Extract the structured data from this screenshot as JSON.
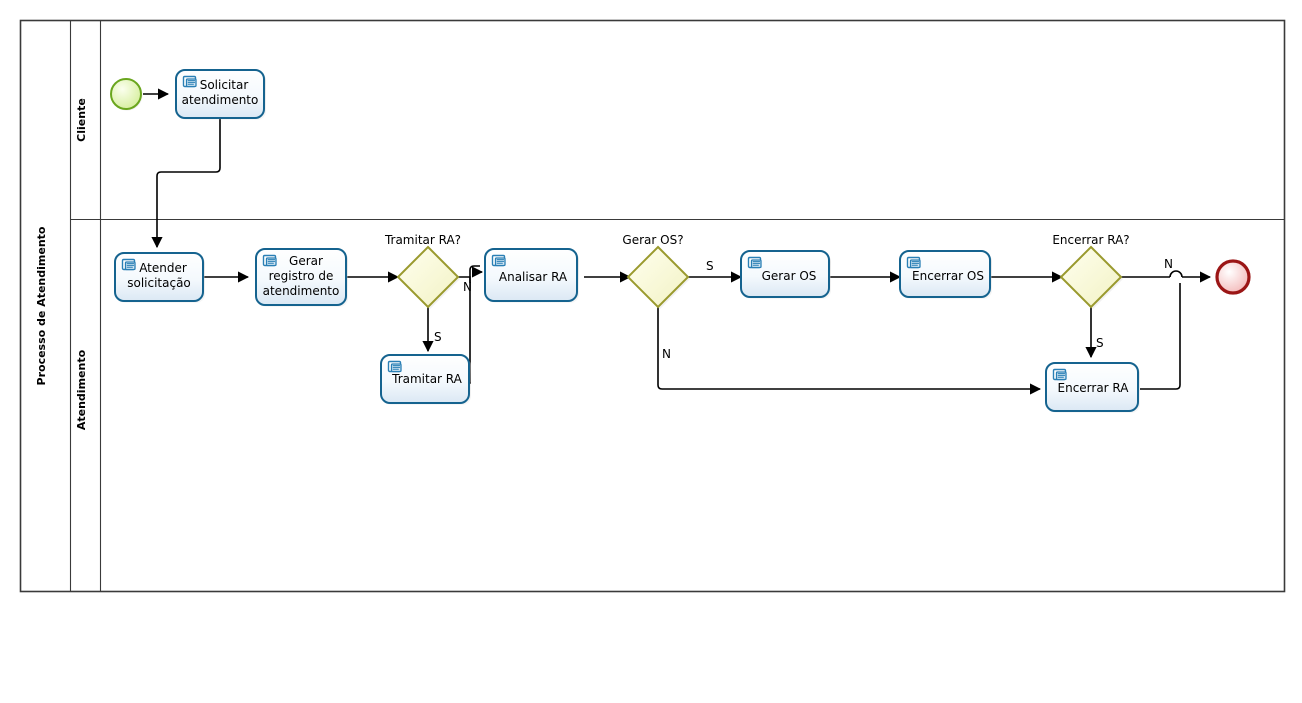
{
  "diagram": {
    "pool_label": "Processo de Atendimento",
    "lanes": [
      {
        "id": "cliente",
        "label": "Cliente"
      },
      {
        "id": "atendimento",
        "label": "Atendimento"
      }
    ],
    "events": [
      {
        "id": "start",
        "type": "start-event",
        "label": ""
      },
      {
        "id": "end",
        "type": "end-event",
        "label": ""
      }
    ],
    "tasks": [
      {
        "id": "t1",
        "lane": "cliente",
        "lines": [
          "Solicitar",
          "atendimento"
        ],
        "icon": "manual-task-icon"
      },
      {
        "id": "t2",
        "lane": "atendimento",
        "lines": [
          "Atender",
          "solicitação"
        ],
        "icon": "manual-task-icon"
      },
      {
        "id": "t3",
        "lane": "atendimento",
        "lines": [
          "Gerar",
          "registro de",
          "atendimento"
        ],
        "icon": "manual-task-icon"
      },
      {
        "id": "t4",
        "lane": "atendimento",
        "lines": [
          "Tramitar RA"
        ],
        "icon": "manual-task-icon"
      },
      {
        "id": "t5",
        "lane": "atendimento",
        "lines": [
          "Analisar RA"
        ],
        "icon": "manual-task-icon"
      },
      {
        "id": "t6",
        "lane": "atendimento",
        "lines": [
          "Gerar OS"
        ],
        "icon": "manual-task-icon"
      },
      {
        "id": "t7",
        "lane": "atendimento",
        "lines": [
          "Encerrar OS"
        ],
        "icon": "manual-task-icon"
      },
      {
        "id": "t8",
        "lane": "atendimento",
        "lines": [
          "Encerrar RA"
        ],
        "icon": "manual-task-icon"
      }
    ],
    "gateways": [
      {
        "id": "g1",
        "label": "Tramitar RA?"
      },
      {
        "id": "g2",
        "label": "Gerar OS?"
      },
      {
        "id": "g3",
        "label": "Encerrar RA?"
      }
    ],
    "flow_labels": [
      {
        "id": "g1n",
        "text": "N"
      },
      {
        "id": "g1s",
        "text": "S"
      },
      {
        "id": "g2s",
        "text": "S"
      },
      {
        "id": "g2n",
        "text": "N"
      },
      {
        "id": "g3n",
        "text": "N"
      },
      {
        "id": "g3s",
        "text": "S"
      }
    ],
    "colors": {
      "task_border": "#15638f",
      "task_fill_top": "#ffffff",
      "task_fill_bottom": "#dce9f4",
      "gateway_border": "#9a9a2e",
      "gateway_fill": "#ffffe0",
      "start_border": "#6aa61e",
      "start_fill": "#eef8cf",
      "end_border": "#9b1616",
      "end_fill": "#fadcdc",
      "flow_line": "#000000",
      "frame_line": "#3a3a3a",
      "icon_blue": "#2a7fb5"
    }
  }
}
